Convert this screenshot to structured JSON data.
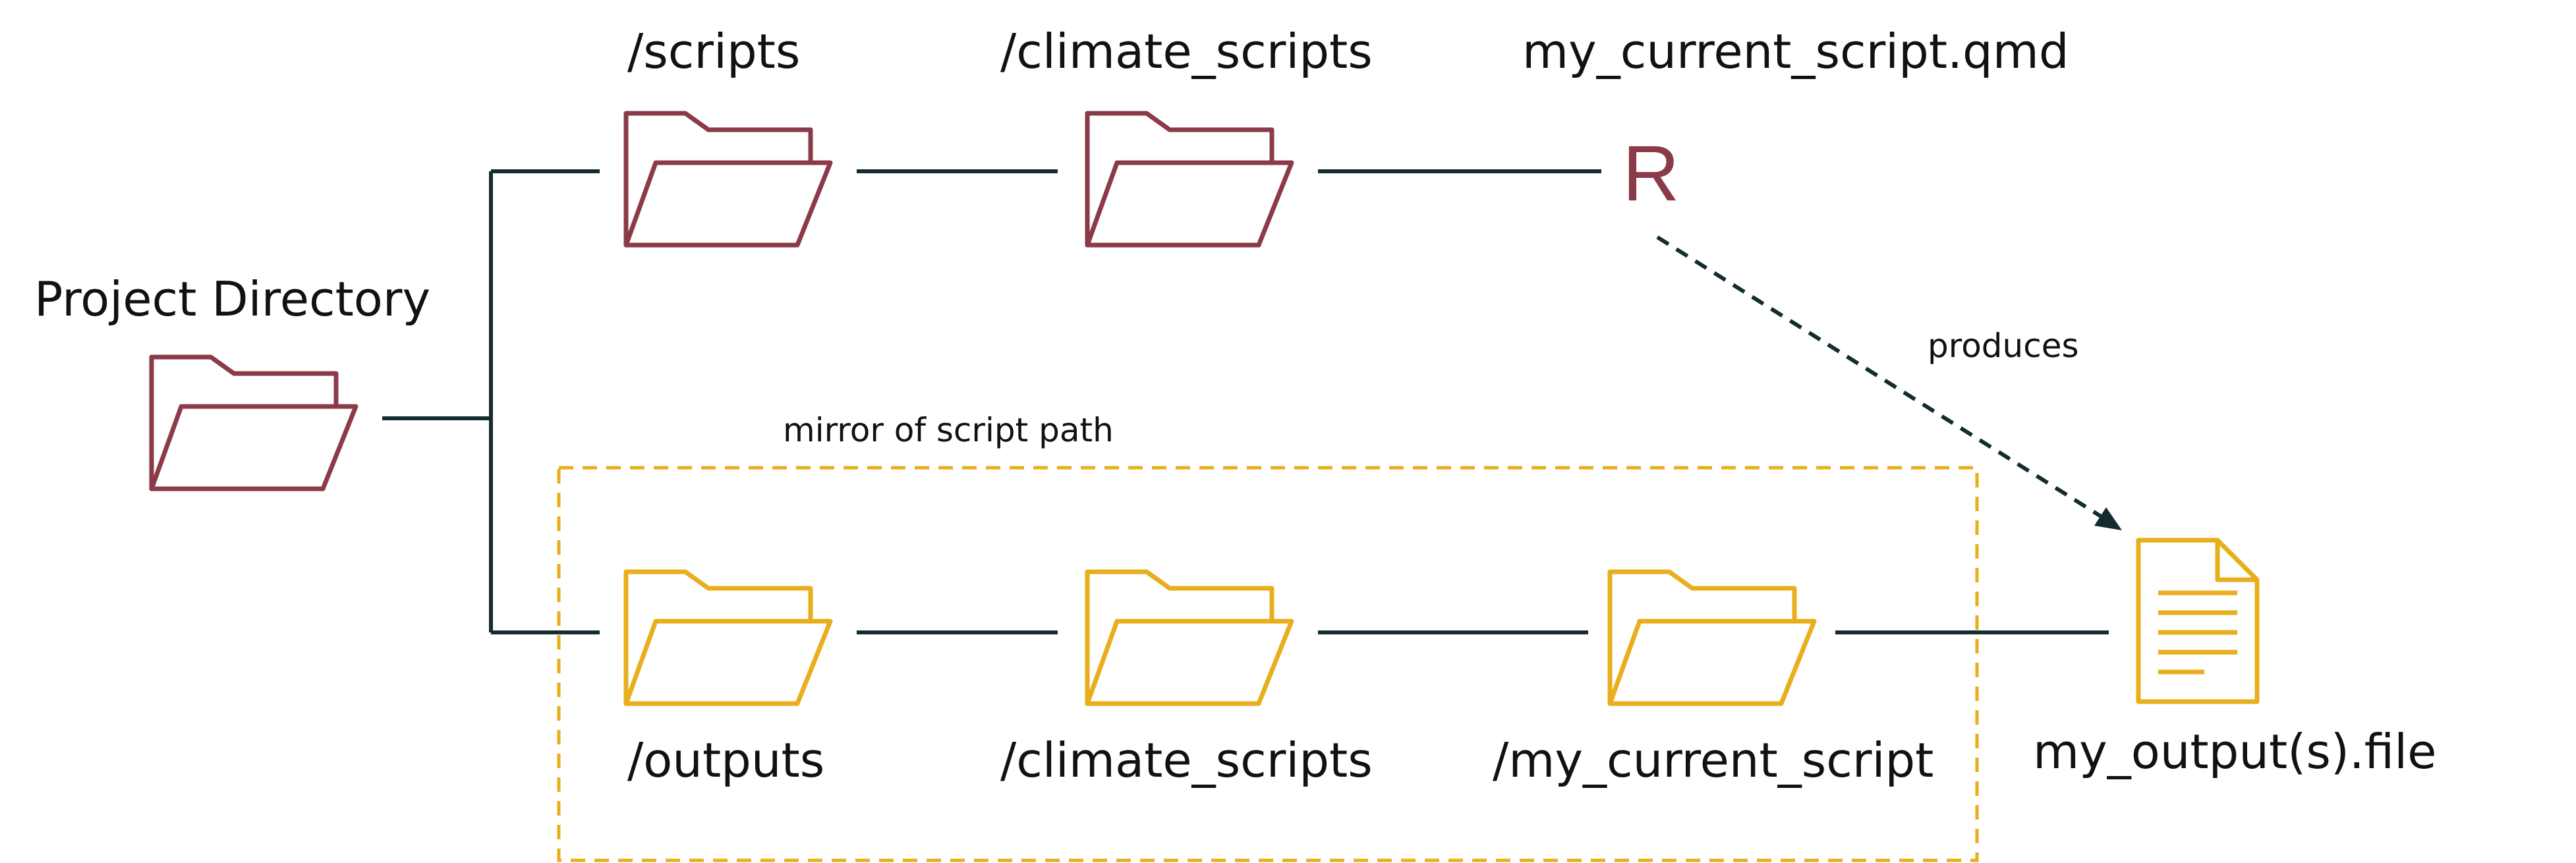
{
  "colors": {
    "dark_red": "#8B3A48",
    "gold": "#E8AE1C",
    "connector": "#142B30",
    "text": "#111111"
  },
  "labels": {
    "project_directory": "Project Directory",
    "scripts": "/scripts",
    "climate_scripts_top": "/climate_scripts",
    "current_script_file": "my_current_script.qmd",
    "r_symbol": "R",
    "produces": "produces",
    "mirror_caption": "mirror of script path",
    "outputs": "/outputs",
    "climate_scripts_bottom": "/climate_scripts",
    "my_current_script_folder": "/my_current_script",
    "output_file": "my_output(s).file"
  },
  "icons": {
    "project_folder": "folder-icon",
    "scripts_folder": "folder-icon",
    "climate_scripts_top_folder": "folder-icon",
    "outputs_folder": "folder-icon",
    "climate_scripts_bottom_folder": "folder-icon",
    "current_script_folder": "folder-icon",
    "output_file": "document-icon"
  }
}
